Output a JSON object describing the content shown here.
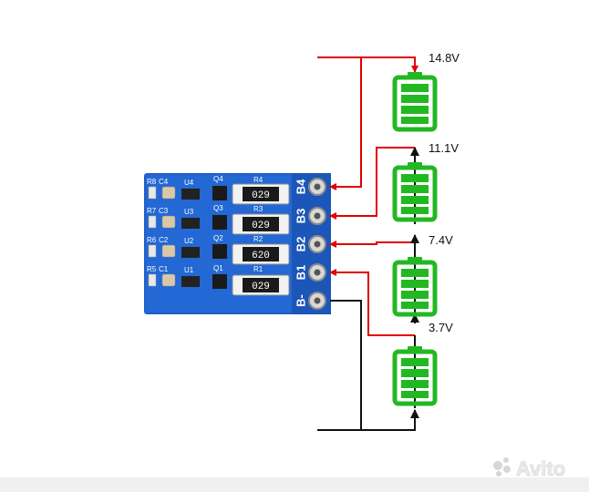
{
  "diagram": {
    "voltages": [
      "14.8V",
      "11.1V",
      "7.4V",
      "3.7V"
    ],
    "terminals": [
      "B4",
      "B3",
      "B2",
      "B1",
      "B-"
    ],
    "board": {
      "rows": [
        {
          "r": "R8",
          "c": "C4",
          "u": "U4",
          "q": "Q4",
          "rl": "R4",
          "code": "029"
        },
        {
          "r": "R7",
          "c": "C3",
          "u": "U3",
          "q": "Q3",
          "rl": "R3",
          "code": "029"
        },
        {
          "r": "R6",
          "c": "C2",
          "u": "U2",
          "q": "Q2",
          "rl": "R2",
          "code": "620"
        },
        {
          "r": "R5",
          "c": "C1",
          "u": "U1",
          "q": "Q1",
          "rl": "R1",
          "code": "029"
        }
      ]
    },
    "colors": {
      "positive_wire": "#e00000",
      "negative_wire": "#111111",
      "battery": "#22b822",
      "board": "#1f5fc8"
    }
  },
  "watermark": "Avito"
}
